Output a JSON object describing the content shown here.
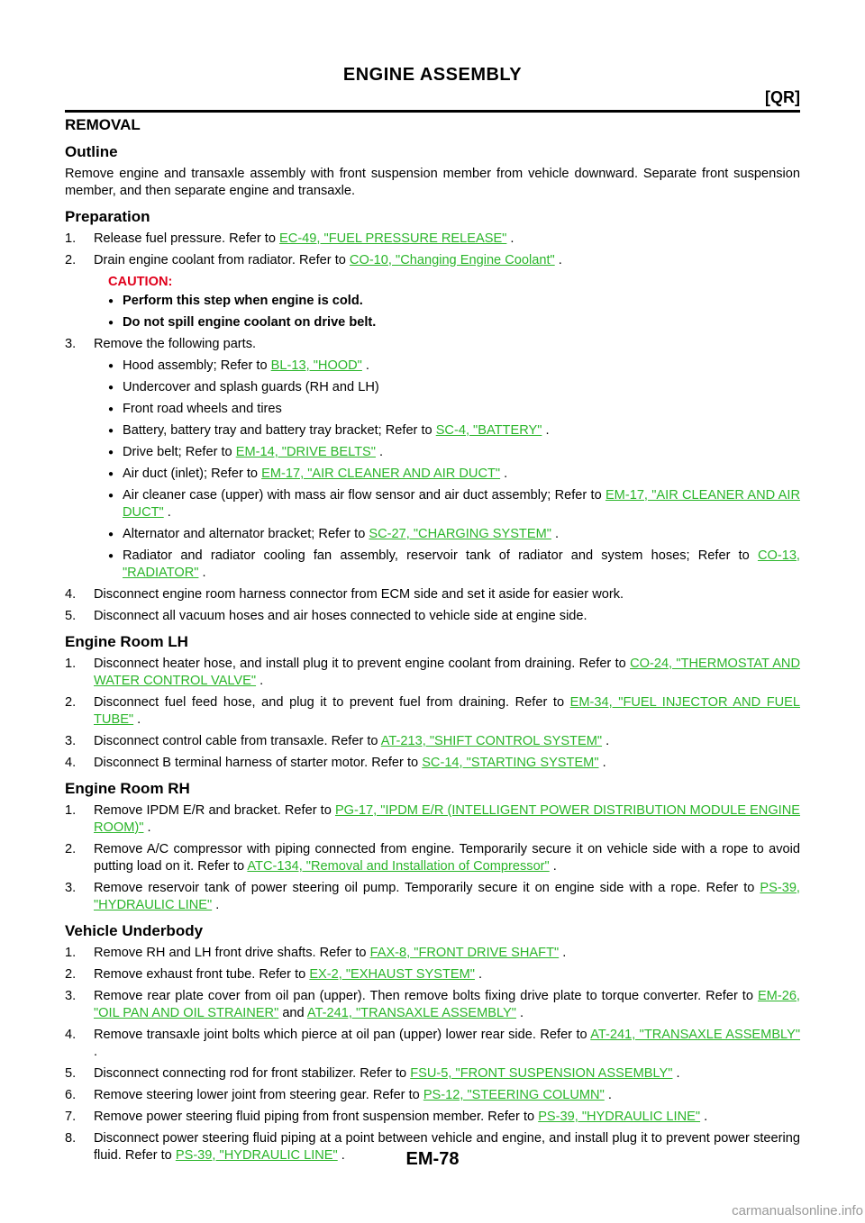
{
  "header": {
    "title": "ENGINE ASSEMBLY",
    "section": "[QR]"
  },
  "removal": "REMOVAL",
  "outline": {
    "heading": "Outline",
    "text": "Remove engine and transaxle assembly with front suspension member from vehicle downward. Separate front suspension member, and then separate engine and transaxle."
  },
  "preparation": {
    "heading": "Preparation",
    "s1_num": "1.",
    "s1_text": "Release fuel pressure. Refer to ",
    "s1_link": "EC-49, \"FUEL PRESSURE RELEASE\"",
    "s1_end": " .",
    "s2_num": "2.",
    "s2_text": "Drain engine coolant from radiator. Refer to ",
    "s2_link": "CO-10, \"Changing Engine Coolant\"",
    "s2_end": " .",
    "caution_label": "CAUTION:",
    "caution_1": "Perform this step when engine is cold.",
    "caution_2": "Do not spill engine coolant on drive belt.",
    "s3_num": "3.",
    "s3_text": "Remove the following parts.",
    "b1_text": "Hood assembly; Refer to ",
    "b1_link": "BL-13, \"HOOD\"",
    "b1_end": " .",
    "b2_text": "Undercover and splash guards (RH and LH)",
    "b3_text": "Front road wheels and tires",
    "b4_text": "Battery, battery tray and battery tray bracket; Refer to ",
    "b4_link": "SC-4, \"BATTERY\"",
    "b4_end": " .",
    "b5_text": "Drive belt; Refer to ",
    "b5_link": "EM-14, \"DRIVE BELTS\"",
    "b5_end": " .",
    "b6_text": "Air duct (inlet); Refer to ",
    "b6_link": "EM-17, \"AIR CLEANER AND AIR DUCT\"",
    "b6_end": " .",
    "b7_text": "Air cleaner case (upper) with mass air flow sensor and air duct assembly; Refer to ",
    "b7_link": "EM-17, \"AIR CLEANER AND AIR DUCT\"",
    "b7_end": " .",
    "b8_text": "Alternator and alternator bracket; Refer to ",
    "b8_link": "SC-27, \"CHARGING SYSTEM\"",
    "b8_end": " .",
    "b9_text": "Radiator and radiator cooling fan assembly, reservoir tank of radiator and system hoses; Refer to ",
    "b9_link": "CO-13, \"RADIATOR\"",
    "b9_end": " .",
    "s4_num": "4.",
    "s4_text": "Disconnect engine room harness connector from ECM side and set it aside for easier work.",
    "s5_num": "5.",
    "s5_text": "Disconnect all vacuum hoses and air hoses connected to vehicle side at engine side."
  },
  "lh": {
    "heading": "Engine Room LH",
    "s1_num": "1.",
    "s1_text": "Disconnect heater hose, and install plug it to prevent engine coolant from draining. Refer to ",
    "s1_link": "CO-24, \"THERMOSTAT AND WATER CONTROL VALVE\"",
    "s1_end": " .",
    "s2_num": "2.",
    "s2_text": "Disconnect fuel feed hose, and plug it to prevent fuel from draining. Refer to ",
    "s2_link": "EM-34, \"FUEL INJECTOR AND FUEL TUBE\"",
    "s2_end": " .",
    "s3_num": "3.",
    "s3_text": "Disconnect control cable from transaxle. Refer to ",
    "s3_link": "AT-213, \"SHIFT CONTROL SYSTEM\"",
    "s3_end": " .",
    "s4_num": "4.",
    "s4_text": "Disconnect B terminal harness of starter motor. Refer to ",
    "s4_link": "SC-14, \"STARTING SYSTEM\"",
    "s4_end": " ."
  },
  "rh": {
    "heading": "Engine Room RH",
    "s1_num": "1.",
    "s1_text": "Remove IPDM E/R and bracket. Refer to ",
    "s1_link": "PG-17, \"IPDM E/R (INTELLIGENT POWER DISTRIBUTION MODULE ENGINE ROOM)\"",
    "s1_end": " .",
    "s2_num": "2.",
    "s2_text": "Remove A/C compressor with piping connected from engine. Temporarily secure it on vehicle side with a rope to avoid putting load on it. Refer to ",
    "s2_link": "ATC-134, \"Removal and Installation of Compressor\"",
    "s2_end": " .",
    "s3_num": "3.",
    "s3_text": "Remove reservoir tank of power steering oil pump. Temporarily secure it on engine side with a rope. Refer to ",
    "s3_link": "PS-39, \"HYDRAULIC LINE\"",
    "s3_end": " ."
  },
  "ub": {
    "heading": "Vehicle Underbody",
    "s1_num": "1.",
    "s1_text": "Remove RH and LH front drive shafts. Refer to ",
    "s1_link": "FAX-8, \"FRONT DRIVE SHAFT\"",
    "s1_end": " .",
    "s2_num": "2.",
    "s2_text": "Remove exhaust front tube. Refer to ",
    "s2_link": "EX-2, \"EXHAUST SYSTEM\"",
    "s2_end": " .",
    "s3_num": "3.",
    "s3_text": "Remove rear plate cover from oil pan (upper). Then remove bolts fixing drive plate to torque converter. Refer to ",
    "s3_link": "EM-26, \"OIL PAN AND OIL STRAINER\"",
    "s3_mid": "  and ",
    "s3_link2": "AT-241, \"TRANSAXLE ASSEMBLY\"",
    "s3_end": " .",
    "s4_num": "4.",
    "s4_text": "Remove transaxle joint bolts which pierce at oil pan (upper) lower rear side. Refer to ",
    "s4_link": "AT-241, \"TRANSAXLE ASSEMBLY\"",
    "s4_end": " .",
    "s5_num": "5.",
    "s5_text": "Disconnect connecting rod for front stabilizer. Refer to ",
    "s5_link": "FSU-5, \"FRONT SUSPENSION ASSEMBLY\"",
    "s5_end": " .",
    "s6_num": "6.",
    "s6_text": "Remove steering lower joint from steering gear. Refer to ",
    "s6_link": "PS-12, \"STEERING COLUMN\"",
    "s6_end": " .",
    "s7_num": "7.",
    "s7_text": "Remove power steering fluid piping from front suspension member. Refer to ",
    "s7_link": "PS-39, \"HYDRAULIC LINE\"",
    "s7_end": " .",
    "s8_num": "8.",
    "s8_text": "Disconnect power steering fluid piping at a point between vehicle and engine, and install plug it to prevent power steering fluid. Refer to ",
    "s8_link": "PS-39, \"HYDRAULIC LINE\"",
    "s8_end": " ."
  },
  "footer": {
    "page_number": "EM-78",
    "watermark": "carmanualsonline.info"
  }
}
